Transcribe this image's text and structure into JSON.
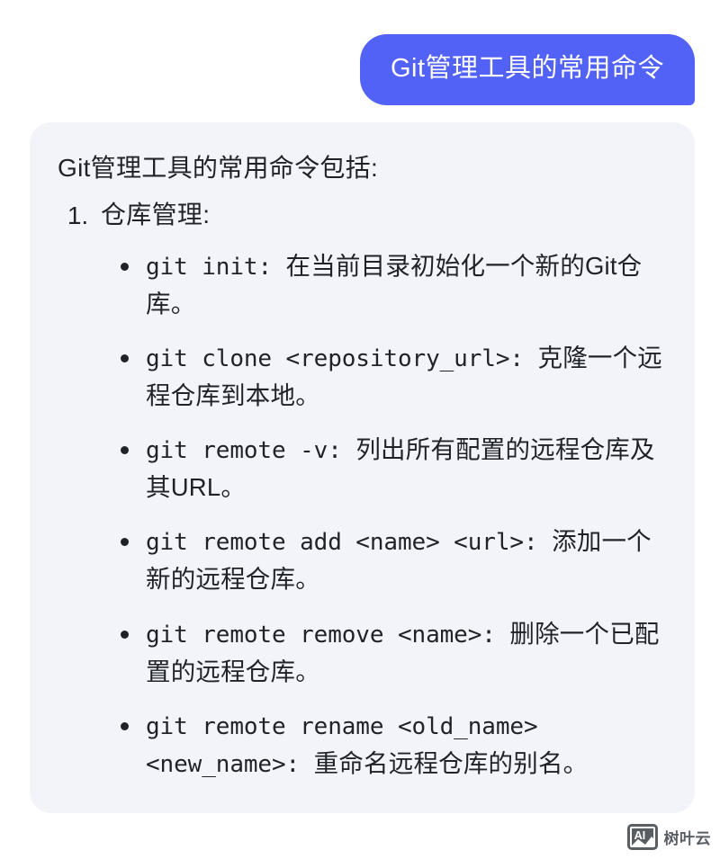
{
  "conversation": {
    "user_message": {
      "text": "Git管理工具的常用命令",
      "bubble_color": "#5261F6",
      "text_color": "#FFFFFF"
    },
    "assistant_message": {
      "bubble_color": "#F3F4FA",
      "text_color": "#1F2328",
      "intro": "Git管理工具的常用命令包括:",
      "sections": [
        {
          "number": "1.",
          "title": "仓库管理:",
          "items": [
            {
              "command": "git init",
              "separator": ": ",
              "description": "在当前目录初始化一个新的Git仓库。"
            },
            {
              "command": "git clone <repository_url>",
              "separator": ": ",
              "description": "克隆一个远程仓库到本地。"
            },
            {
              "command": "git remote -v",
              "separator": ": ",
              "description": "列出所有配置的远程仓库及其URL。"
            },
            {
              "command": "git remote add <name> <url>",
              "separator": ": ",
              "description": "添加一个新的远程仓库。"
            },
            {
              "command": "git remote remove <name>",
              "separator": ": ",
              "description": "删除一个已配置的远程仓库。"
            },
            {
              "command": "git remote rename <old_name> <new_name>",
              "separator": ": ",
              "description": "重命名远程仓库的别名。"
            }
          ]
        }
      ]
    }
  },
  "watermark": {
    "icon_label": "AI",
    "text": "树叶云",
    "color": "#595E63"
  }
}
